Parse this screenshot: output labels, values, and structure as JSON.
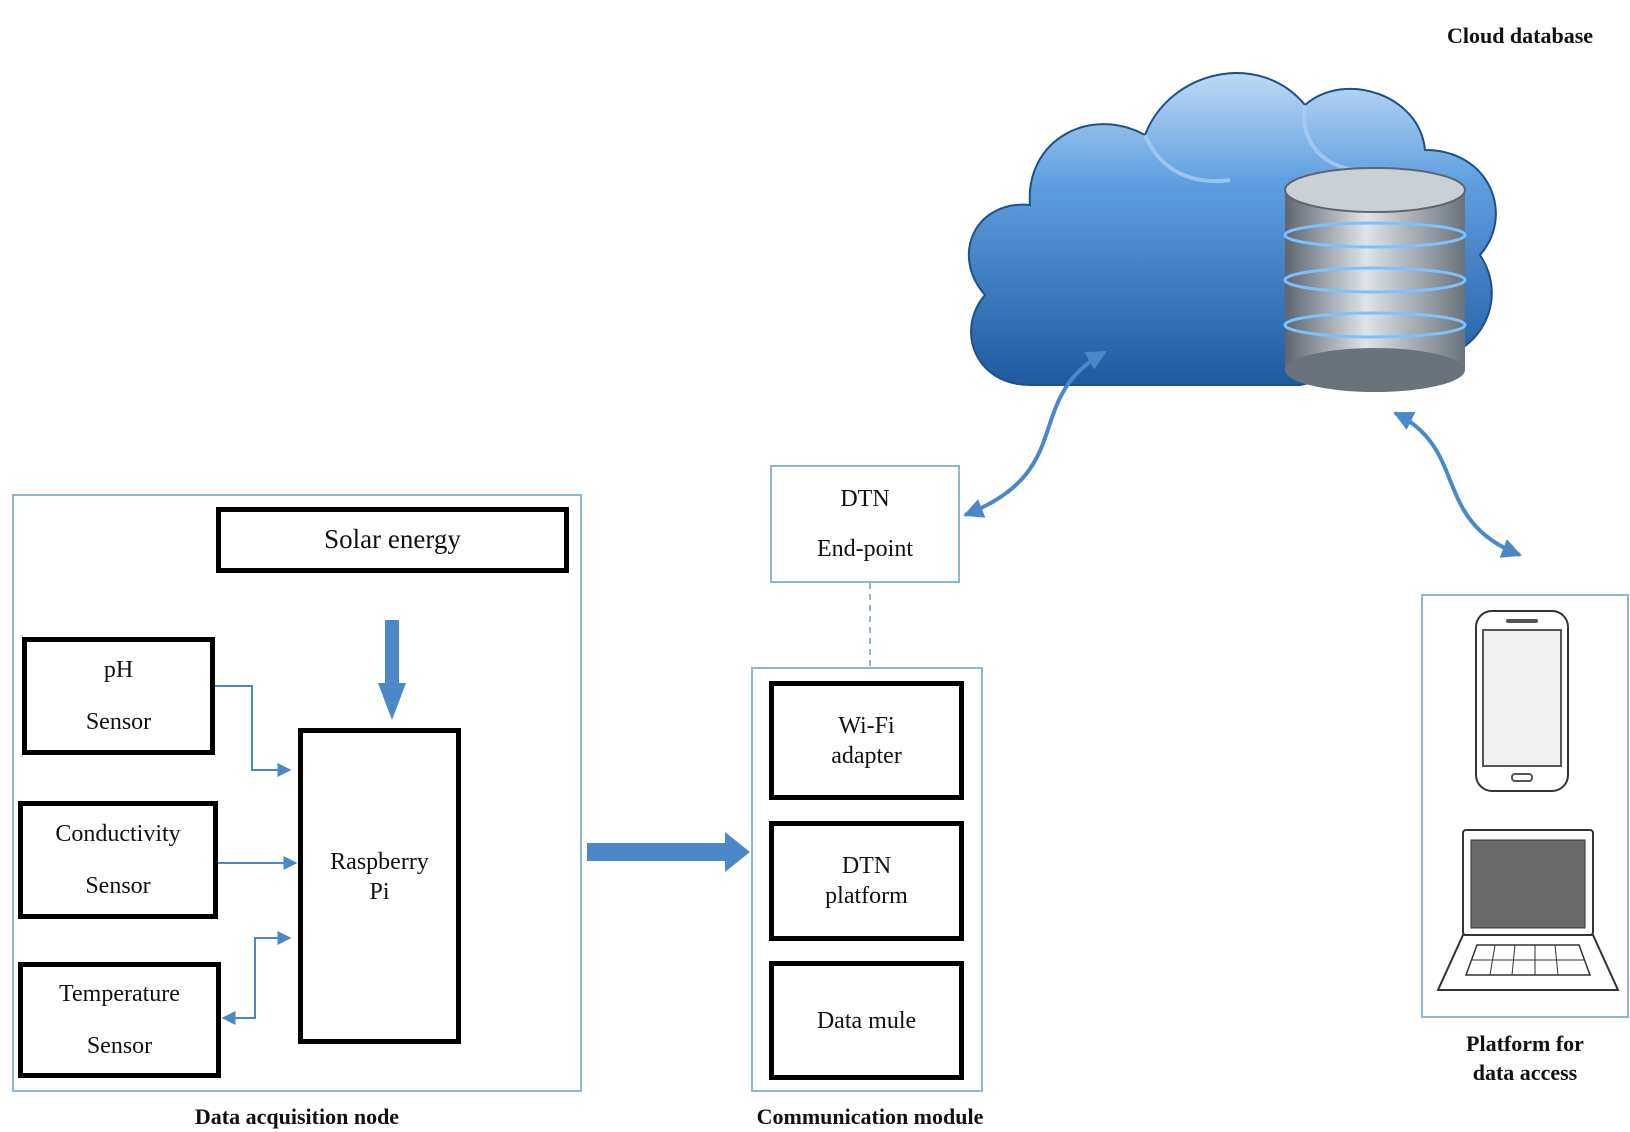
{
  "captions": {
    "cloud": "Cloud database",
    "acquisition": "Data acquisition node",
    "communication": "Communication module",
    "platform_line1": "Platform for",
    "platform_line2": "data access"
  },
  "acquisition": {
    "solar": "Solar energy",
    "ph_line1": "pH",
    "ph_line2": "Sensor",
    "cond_line1": "Conductivity",
    "cond_line2": "Sensor",
    "temp_line1": "Temperature",
    "temp_line2": "Sensor",
    "rpi_line1": "Raspberry",
    "rpi_line2": "Pi"
  },
  "communication": {
    "dtn_end_line1": "DTN",
    "dtn_end_line2": "End-point",
    "wifi_line1": "Wi-Fi",
    "wifi_line2": "adapter",
    "dtnp_line1": "DTN",
    "dtnp_line2": "platform",
    "mule": "Data mule"
  },
  "colors": {
    "arrow": "#4a88c7",
    "frame": "#8fb7d4",
    "cloud": "#3f7fc2",
    "db": "#8e99a3"
  },
  "icons": [
    "cloud-icon",
    "database-icon",
    "smartphone-icon",
    "laptop-icon"
  ]
}
